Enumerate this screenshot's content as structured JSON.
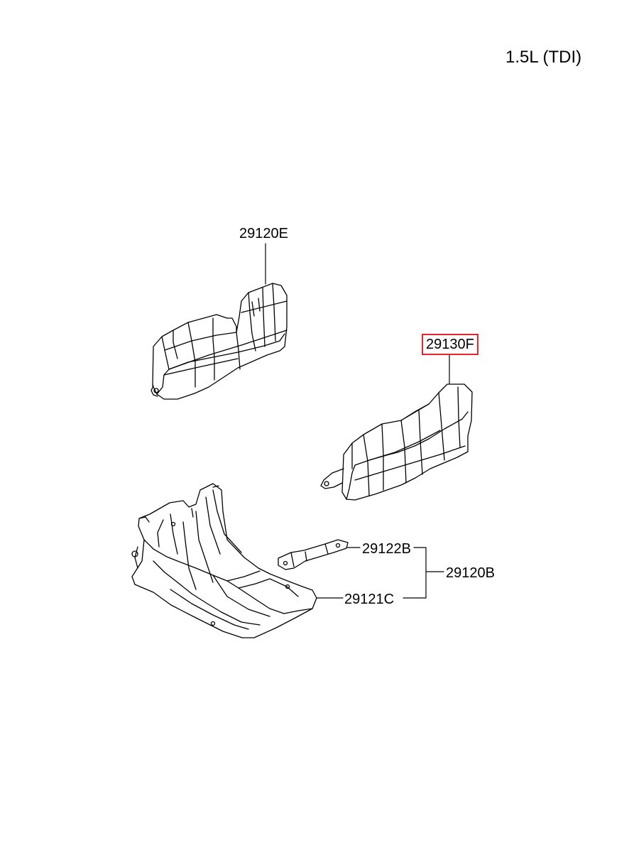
{
  "header": {
    "engine_variant": "1.5L (TDI)"
  },
  "callouts": [
    {
      "id": "29120E",
      "label": "29120E",
      "highlighted": false
    },
    {
      "id": "29130F",
      "label": "29130F",
      "highlighted": true
    },
    {
      "id": "29122B",
      "label": "29122B",
      "highlighted": false
    },
    {
      "id": "29120B",
      "label": "29120B",
      "highlighted": false
    },
    {
      "id": "29121C",
      "label": "29121C",
      "highlighted": false
    }
  ],
  "colors": {
    "line": "#000000",
    "highlight_border": "#e3262b",
    "background": "#ffffff"
  }
}
